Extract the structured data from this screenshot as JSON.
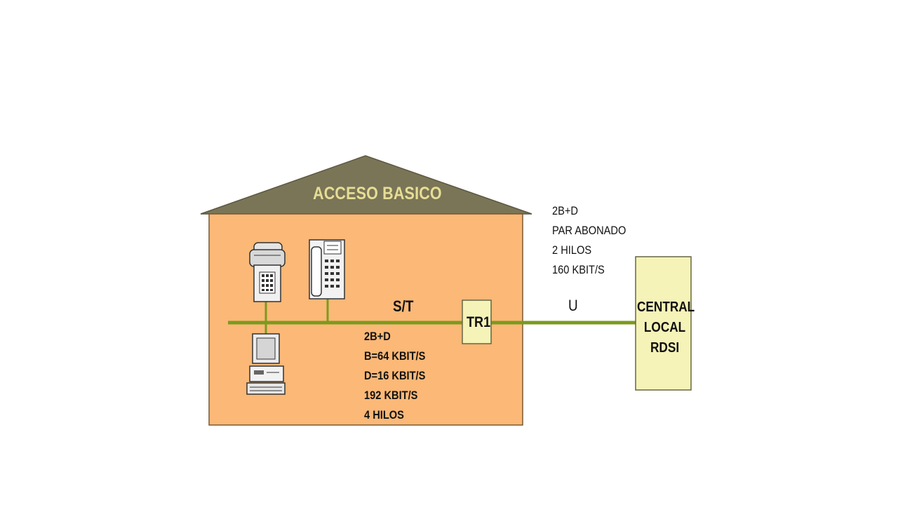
{
  "house": {
    "title": "ACCESO BASICO",
    "bus_label": "S/T",
    "spec_lines": [
      "2B+D",
      "B=64 KBIT/S",
      "D=16 KBIT/S",
      "192 KBIT/S",
      "4 HILOS"
    ]
  },
  "tr1": {
    "label": "TR1"
  },
  "line": {
    "label": "U",
    "spec_lines": [
      "2B+D",
      "PAR ABONADO",
      "2 HILOS",
      "160 KBIT/S"
    ]
  },
  "central": {
    "label_lines": [
      "CENTRAL",
      "LOCAL",
      "RDSI"
    ]
  },
  "devices": [
    "fax-icon",
    "telephone-icon",
    "computer-icon"
  ],
  "colors": {
    "house_fill": "#fbb877",
    "roof_fill": "#7a7557",
    "roof_text": "#e7dd95",
    "bus_line": "#7b9a1e",
    "tr1_fill": "#f6f3b8",
    "central_fill": "#f6f3b8"
  }
}
